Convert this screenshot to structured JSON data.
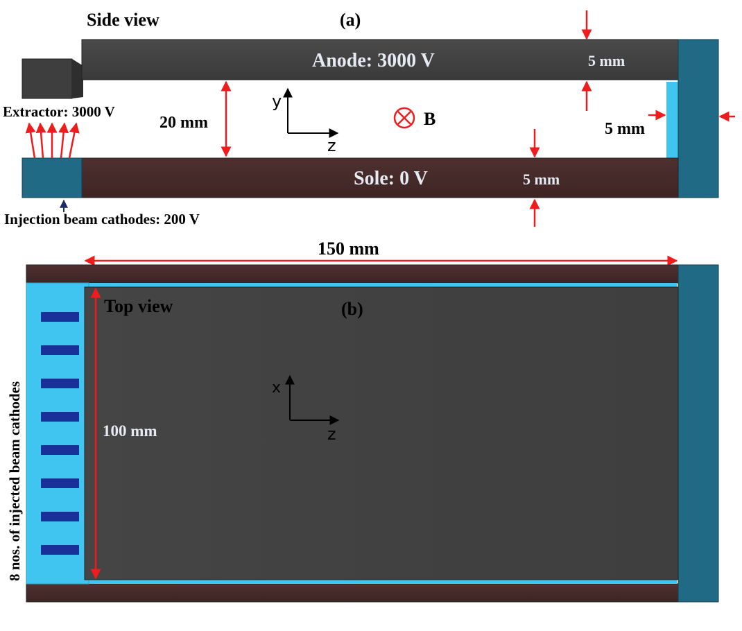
{
  "side_view": {
    "title": "Side view",
    "panel_label": "(a)",
    "anode_label": "Anode: 3000 V",
    "anode_thickness": "5 mm",
    "sole_label": "Sole: 0 V",
    "sole_thickness": "5 mm",
    "gap_label": "20 mm",
    "end_gap_label": "5 mm",
    "extractor_label": "Extractor: 3000 V",
    "cathode_label": "Injection beam cathodes: 200 V",
    "field_label": "B",
    "axis_y": "y",
    "axis_z": "z"
  },
  "top_view": {
    "title": "Top view",
    "panel_label": "(b)",
    "length_label": "150 mm",
    "width_label": "100 mm",
    "cathodes_label": "8 nos.  of injected beam cathodes",
    "cathode_count": 8,
    "axis_x": "x",
    "axis_z": "z"
  },
  "colors": {
    "anode": "#424242",
    "sole": "#442a29",
    "end_block": "#216a86",
    "light_blue": "#3fc5f0",
    "cathode_dark": "#18309a",
    "arrow_red": "#ee1c1c",
    "label_light": "#e6eaf3"
  }
}
